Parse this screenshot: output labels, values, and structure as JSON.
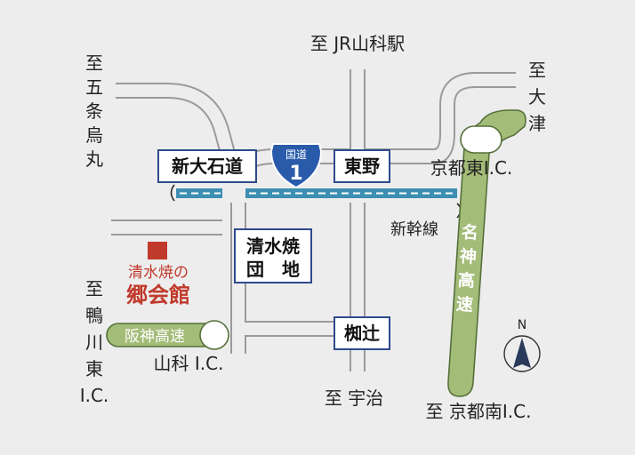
{
  "colors": {
    "background": "#ededed",
    "road_fill": "#ededed",
    "road_outline": "#9a9a9a",
    "expressway_fill": "#a3bc78",
    "expressway_outline": "#56703a",
    "shinkansen": "#3d8fb3",
    "route_shield": "#2a5bab",
    "box_border": "#2e4a8c",
    "venue_red": "#c0392b",
    "text": "#222222"
  },
  "destinations": {
    "jr_yamashina": "至 JR山科駅",
    "gojo_karasuma": [
      "至",
      "五",
      "条",
      "烏",
      "丸"
    ],
    "otsu": [
      "至",
      "大",
      "津"
    ],
    "kamogawa_higashi": [
      "至",
      "鴨",
      "川",
      "東",
      "I.C."
    ],
    "uji": "至 宇治",
    "kyoto_minami": "至 京都南I.C."
  },
  "intersections": {
    "shin_oishi": "新大石道",
    "higashino": "東野",
    "nagitsuji": "椥辻",
    "kiyomizu_danchi_line1": "清水焼",
    "kiyomizu_danchi_line2": "団　地"
  },
  "route_shield": {
    "label": "国道",
    "number": "1"
  },
  "interchanges": {
    "kyoto_higashi": "京都東I.C.",
    "yamashina": "山科 I.C."
  },
  "railways": {
    "shinkansen": "新幹線"
  },
  "expressways": {
    "meishin": [
      "名",
      "神",
      "高",
      "速"
    ],
    "hanshin": "阪神高速"
  },
  "venue": {
    "line1": "清水焼の",
    "line2": "郷会館"
  },
  "compass": {
    "label": "N"
  }
}
